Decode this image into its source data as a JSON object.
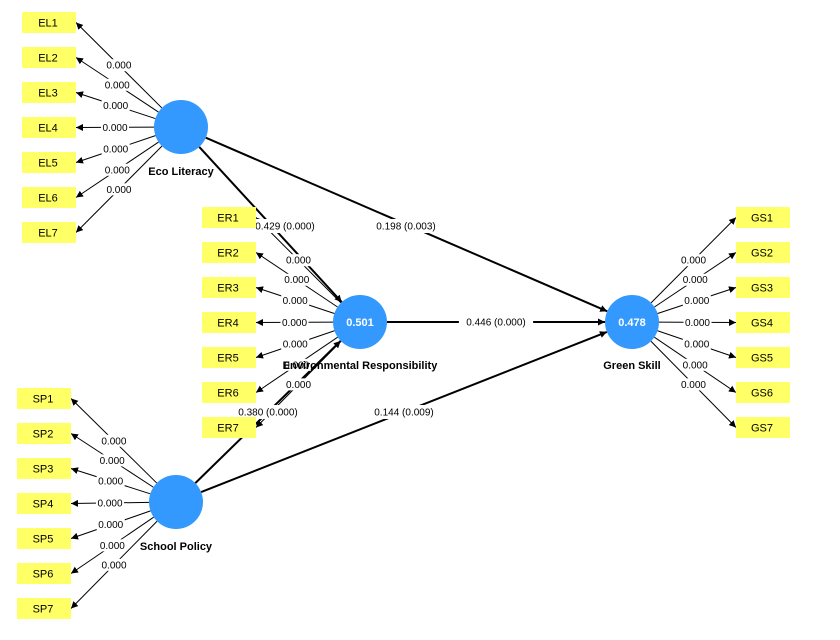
{
  "colors": {
    "construct": "#3399ff",
    "indicator": "#ffff66",
    "line": "#000000"
  },
  "constructs": [
    {
      "id": "EL",
      "name": "Eco Literacy",
      "value": ""
    },
    {
      "id": "ER",
      "name": "Environmental Responsibility",
      "value": "0.501"
    },
    {
      "id": "SP",
      "name": "School Policy",
      "value": ""
    },
    {
      "id": "GS",
      "name": "Green Skill",
      "value": "0.478"
    }
  ],
  "indicators": {
    "EL": {
      "labels": [
        "EL1",
        "EL2",
        "EL3",
        "EL4",
        "EL5",
        "EL6",
        "EL7"
      ],
      "loadings": [
        "0.000",
        "0.000",
        "0.000",
        "0.000",
        "0.000",
        "0.000",
        "0.000"
      ]
    },
    "ER": {
      "labels": [
        "ER1",
        "ER2",
        "ER3",
        "ER4",
        "ER5",
        "ER6",
        "ER7"
      ],
      "loadings": [
        "0.000",
        "0.000",
        "0.000",
        "0.000",
        "0.000",
        "0.000",
        "0.000"
      ]
    },
    "SP": {
      "labels": [
        "SP1",
        "SP2",
        "SP3",
        "SP4",
        "SP5",
        "SP6",
        "SP7"
      ],
      "loadings": [
        "0.000",
        "0.000",
        "0.000",
        "0.000",
        "0.000",
        "0.000",
        "0.000"
      ]
    },
    "GS": {
      "labels": [
        "GS1",
        "GS2",
        "GS3",
        "GS4",
        "GS5",
        "GS6",
        "GS7"
      ],
      "loadings": [
        "0.000",
        "0.000",
        "0.000",
        "0.000",
        "0.000",
        "0.000",
        "0.000"
      ]
    }
  },
  "paths": [
    {
      "from": "EL",
      "to": "ER",
      "label": "0.429 (0.000)"
    },
    {
      "from": "EL",
      "to": "GS",
      "label": "0.198 (0.003)"
    },
    {
      "from": "ER",
      "to": "GS",
      "label": "0.446 (0.000)"
    },
    {
      "from": "SP",
      "to": "ER",
      "label": "0.380 (0.000)"
    },
    {
      "from": "SP",
      "to": "GS",
      "label": "0.144 (0.009)"
    }
  ]
}
